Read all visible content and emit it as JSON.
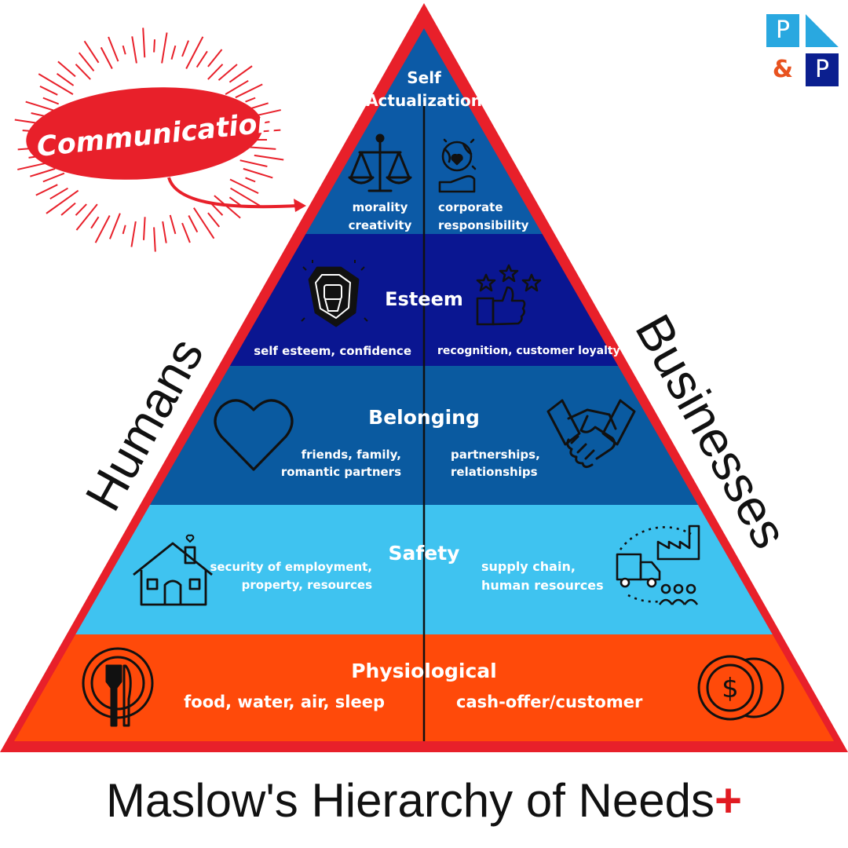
{
  "title": "Maslow's Hierarchy of Needs",
  "title_plus": "+",
  "logo": {
    "p1": "P",
    "amp": "&",
    "p2": "P"
  },
  "callout": "Communication",
  "side_left": "Humans",
  "side_right": "Businesses",
  "levels": [
    {
      "name": "Self",
      "name2": "Actualization",
      "left": [
        "morality",
        "creativity"
      ],
      "right": [
        "corporate",
        "responsibility"
      ]
    },
    {
      "name": "Esteem",
      "left": [
        "self esteem, confidence"
      ],
      "right": [
        "recognition, customer loyalty"
      ]
    },
    {
      "name": "Belonging",
      "left": [
        "friends, family,",
        "romantic partners"
      ],
      "right": [
        "partnerships,",
        "relationships"
      ]
    },
    {
      "name": "Safety",
      "left": [
        "security of employment,",
        "property, resources"
      ],
      "right": [
        "supply chain,",
        "human resources"
      ]
    },
    {
      "name": "Physiological",
      "left": [
        "food, water, air, sleep"
      ],
      "right": [
        "cash-offer/customer"
      ]
    }
  ],
  "icons": [
    "scales-icon",
    "globe-heart-hand-icon",
    "fist-shield-icon",
    "thumbs-up-stars-icon",
    "heart-icon",
    "handshake-icon",
    "house-icon",
    "supply-chain-icon",
    "plate-cutlery-icon",
    "coins-dollar-icon"
  ],
  "colors": {
    "border": "#e8202a",
    "self": "#0c5aa6",
    "esteem": "#0a1691",
    "belonging": "#0a5aa0",
    "safety": "#3fc3f0",
    "physio": "#ff4a0a"
  }
}
